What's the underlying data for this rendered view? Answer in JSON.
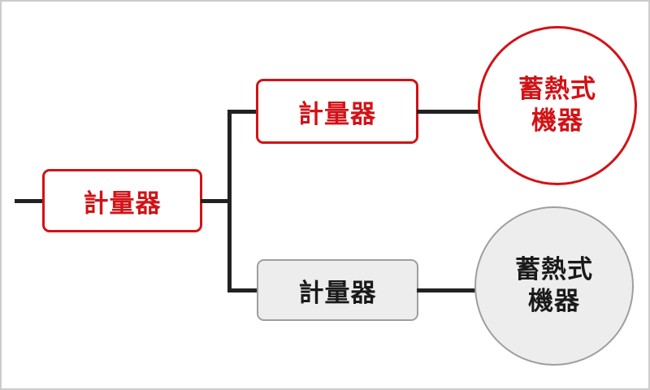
{
  "canvas": {
    "background": "#ffffff",
    "border_color": "#cccccc"
  },
  "colors": {
    "red": "#d21216",
    "line": "#222222",
    "gray_fill": "#ededed",
    "gray_border": "#9e9e9e",
    "text_dark": "#1a1a1a",
    "canvas_border": "#cccccc",
    "canvas_bg": "#ffffff"
  },
  "nodes": {
    "main_meter": {
      "label": "計量器"
    },
    "top_meter": {
      "label": "計量器"
    },
    "top_device": {
      "label_line1": "蓄熱式",
      "label_line2": "機器"
    },
    "bottom_meter": {
      "label": "計量器"
    },
    "bottom_device": {
      "label_line1": "蓄熱式",
      "label_line2": "機器"
    }
  }
}
